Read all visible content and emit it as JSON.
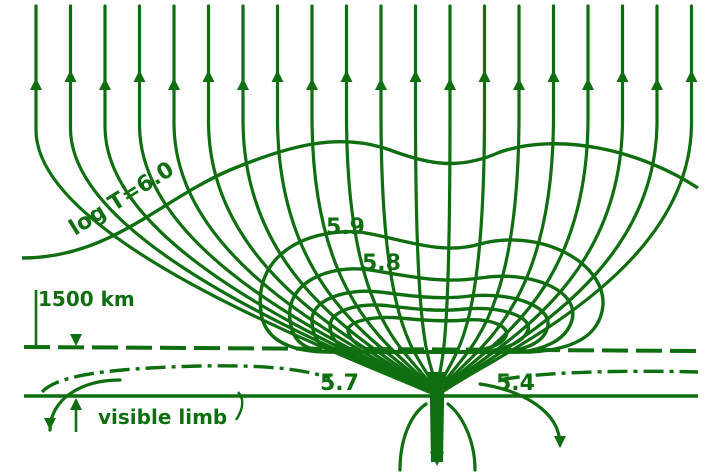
{
  "diagram": {
    "colors": {
      "ink": "#0f6e10",
      "background": "#ffffff"
    },
    "labels": {
      "log_t_6_0": "log T=6.0",
      "t_5_9": "5.9",
      "t_5_8": "5.8",
      "t_5_7": "5.7",
      "t_5_4": "5.4",
      "height_1500km": "1500 km",
      "visible_limb": "visible limb"
    }
  }
}
